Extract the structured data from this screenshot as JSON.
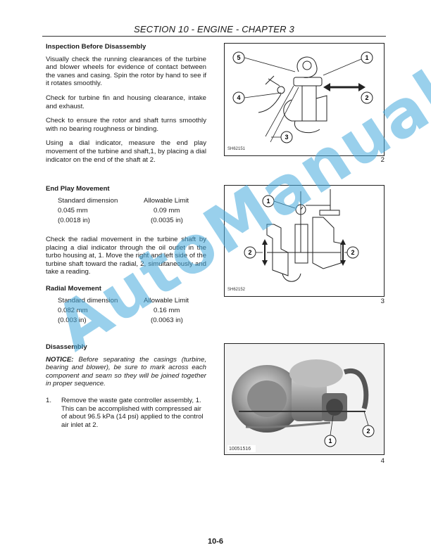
{
  "header": {
    "title": "SECTION 10 - ENGINE - CHAPTER 3"
  },
  "inspection": {
    "heading": "Inspection Before Disassembly",
    "p1": "Visually check the running clearances of the turbine and blower wheels for evidence of contact between the vanes and casing. Spin the rotor by hand to see if it rotates smoothly.",
    "p2": "Check for turbine fin and housing clearance, intake and exhaust.",
    "p3": "Check to ensure the rotor and shaft turns smoothly with no bearing roughness or binding.",
    "p4": "Using a dial indicator, measure the end play movement of the turbine and shaft,1, by placing a dial indicator on the end of the shaft at 2."
  },
  "end_play": {
    "heading": "End Play Movement",
    "col1_header": "Standard dimension",
    "col2_header": "Allowable Limit",
    "rows": [
      {
        "std": "0.045 mm",
        "limit": "0.09 mm"
      },
      {
        "std": "(0.0018 in)",
        "limit": "(0.0035 in)"
      }
    ],
    "p1": "Check the radial movement in the turbine shaft by placing a dial indicator through the oil outlet in the turbo housing at, 1. Move the right and left side of the turbine shaft toward the radial, 2, simultaneously and take a reading."
  },
  "radial": {
    "heading": "Radial Movement",
    "col1_header": "Standard dimension",
    "col2_header": "Allowable Limit",
    "rows": [
      {
        "std": "0.082 mm",
        "limit": "0.16 mm"
      },
      {
        "std": "(0.003 in)",
        "limit": "(0.0063 in)"
      }
    ]
  },
  "disassembly": {
    "heading": "Disassembly",
    "notice_label": "NOTICE:",
    "notice_text": " Before separating the casings (turbine, bearing and blower), be sure to mark across each component and seam so they will be joined together in proper sequence.",
    "step_num": "1.",
    "step_text": "Remove the waste gate controller assembly, 1. This can be accomplished with compressed air of about 96.5 kPa (14 psi) applied to the control air inlet at 2."
  },
  "figures": [
    {
      "number": "2",
      "code": "SH62151",
      "callouts": [
        "1",
        "2",
        "3",
        "4",
        "5"
      ]
    },
    {
      "number": "3",
      "code": "SH62152",
      "callouts": [
        "1",
        "2",
        "2"
      ]
    },
    {
      "number": "4",
      "code": "10051516",
      "callouts": [
        "1",
        "2"
      ]
    }
  ],
  "watermark": "AutoManual",
  "footer": {
    "page": "10-6"
  }
}
